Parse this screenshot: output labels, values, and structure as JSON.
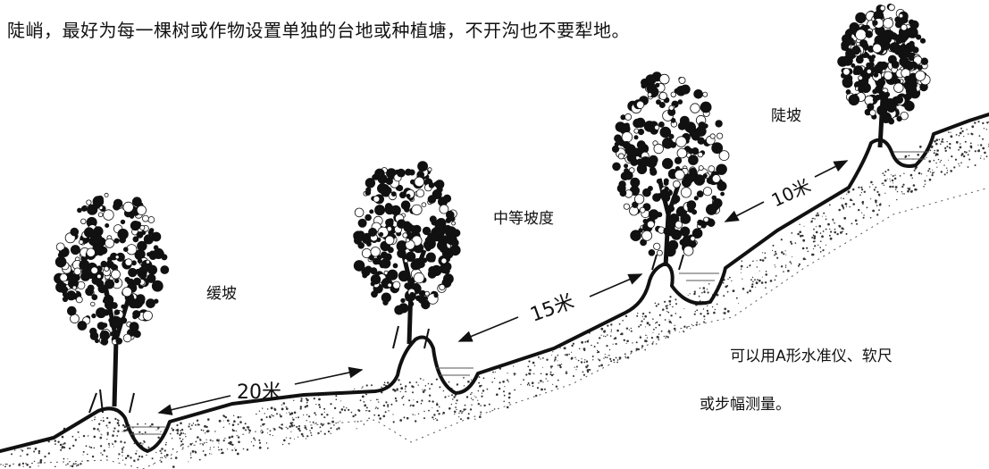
{
  "caption": "陡峭，最好为每一棵树或作物设置单独的台地或种植塘，不开沟也不要犁地。",
  "labels": {
    "gentle_slope": "缓坡",
    "medium_slope": "中等坡度",
    "steep_slope": "陡坡",
    "note_line1": "可以用A形水准仪、软尺",
    "note_line2": "或步幅测量。"
  },
  "distances": {
    "gentle": "20米",
    "medium": "15米",
    "steep": "10米"
  },
  "colors": {
    "ink": "#111111",
    "background": "#ffffff"
  }
}
